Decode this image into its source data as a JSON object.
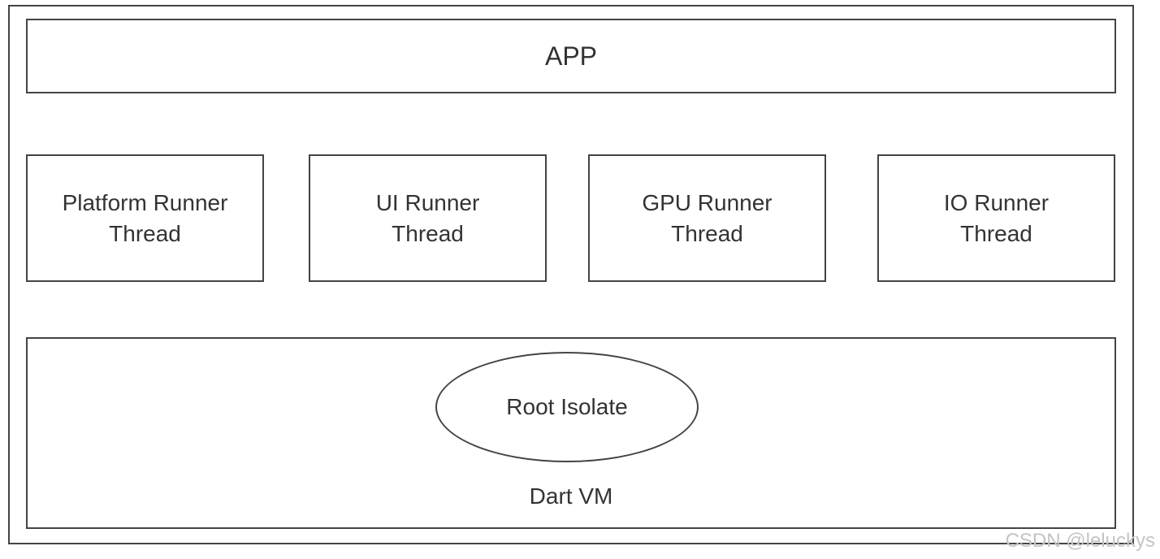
{
  "app": {
    "label": "APP"
  },
  "threads": [
    {
      "line1": "Platform Runner",
      "line2": "Thread"
    },
    {
      "line1": "UI Runner",
      "line2": "Thread"
    },
    {
      "line1": "GPU Runner",
      "line2": "Thread"
    },
    {
      "line1": "IO Runner",
      "line2": "Thread"
    }
  ],
  "dart_vm": {
    "label": "Dart VM",
    "isolate_label": "Root Isolate"
  },
  "watermark": "CSDN @leluckys",
  "colors": {
    "border": "#444444",
    "text": "#333333",
    "watermark": "#c4c4c4",
    "background": "#ffffff"
  }
}
